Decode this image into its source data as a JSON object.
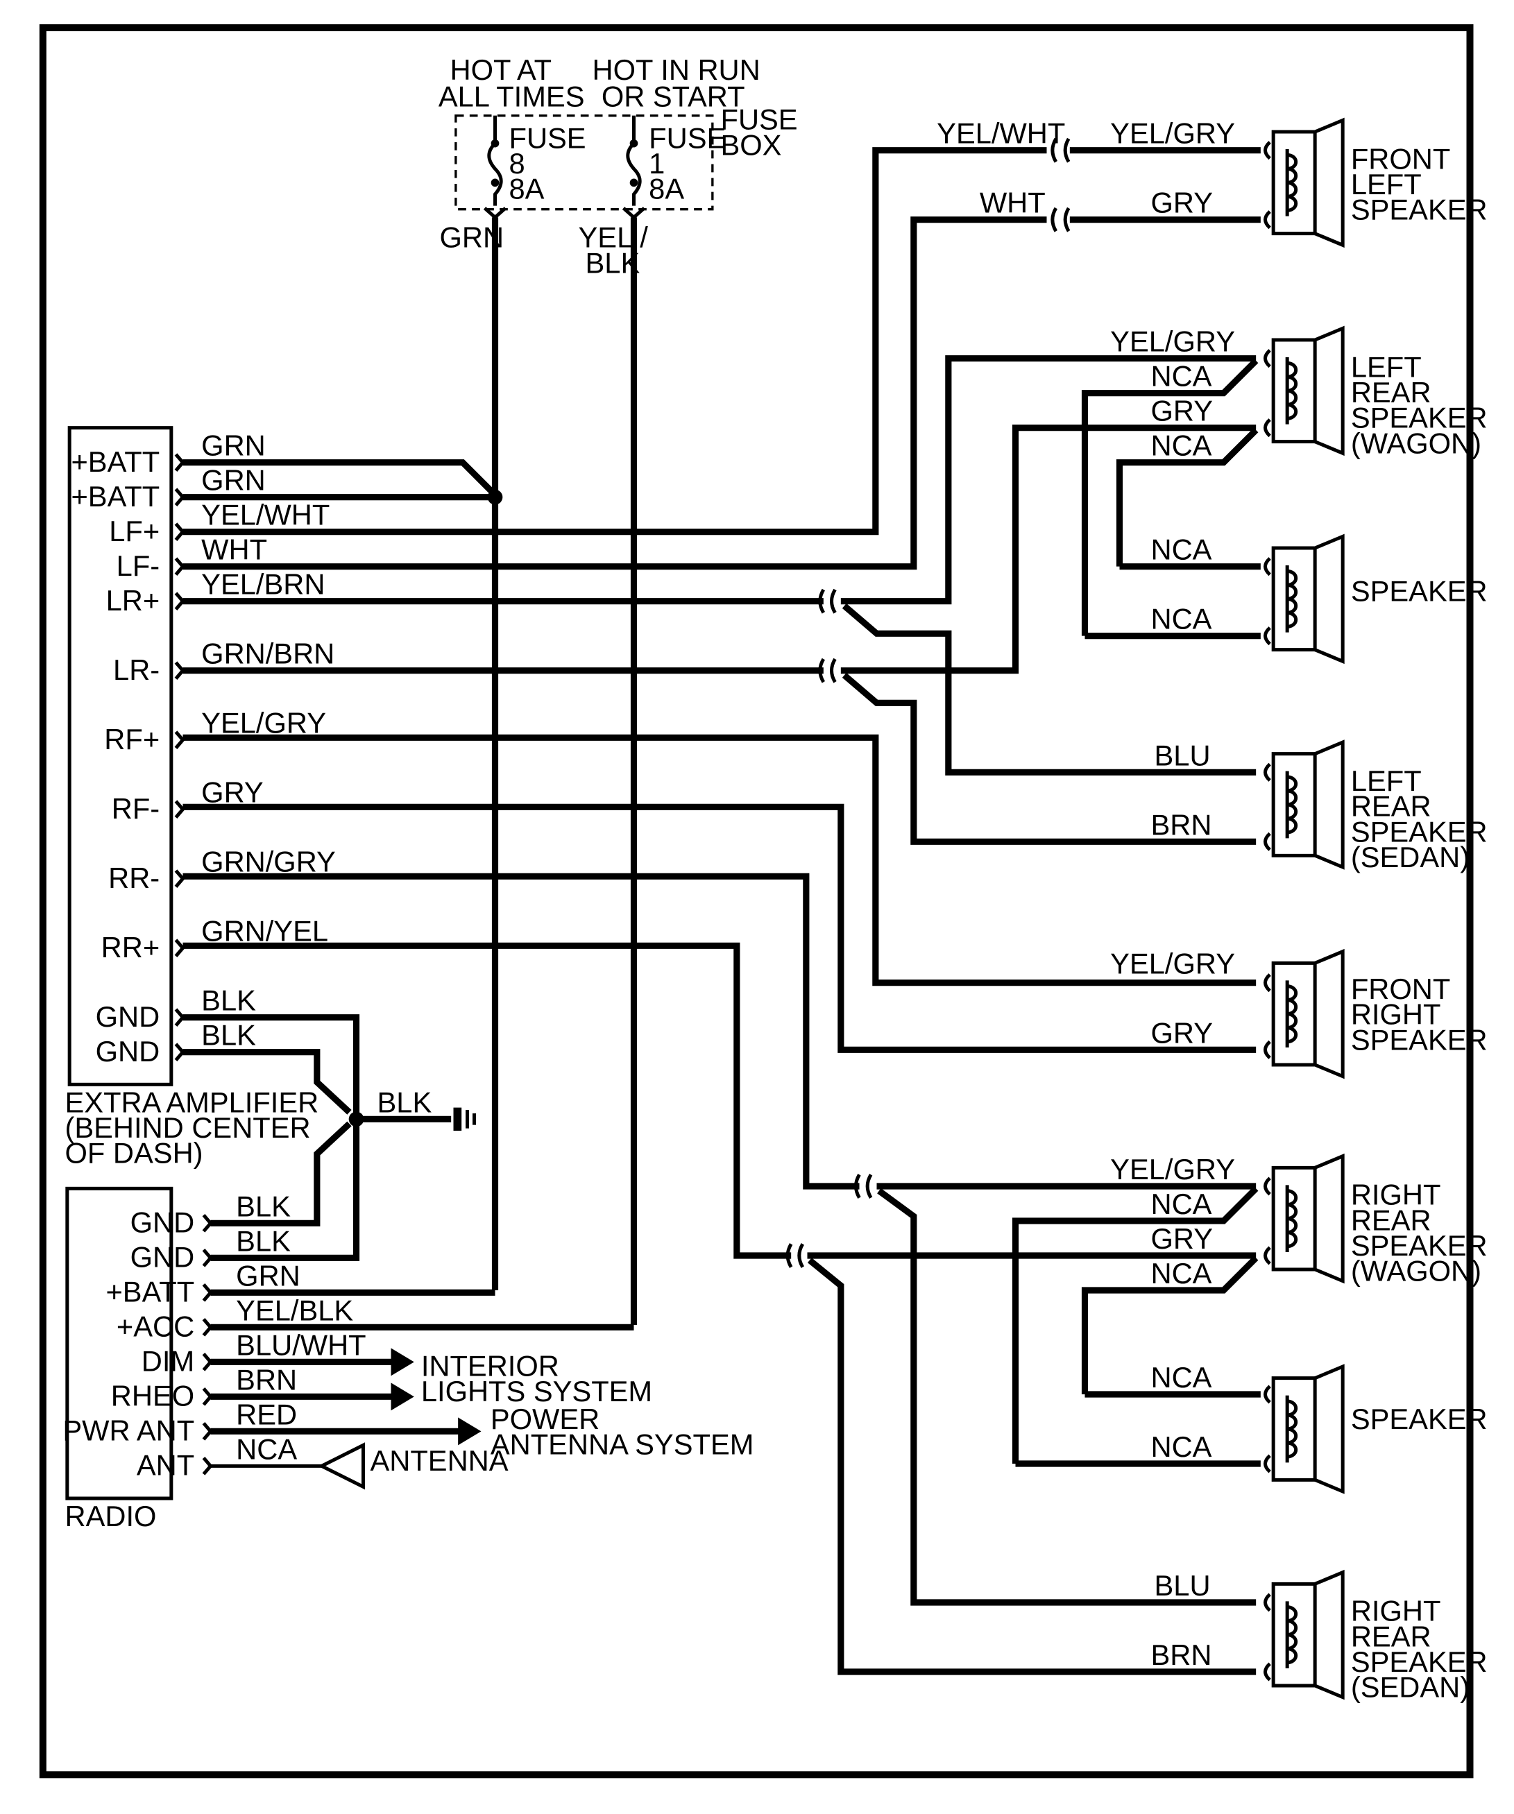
{
  "fuse_box": {
    "label": [
      "FUSE",
      "BOX"
    ],
    "hot_at_all_times": [
      "HOT AT",
      "ALL TIMES"
    ],
    "hot_in_run": [
      "HOT IN RUN",
      "OR START"
    ],
    "fuse8": [
      "FUSE",
      "8",
      "8A"
    ],
    "fuse1": [
      "FUSE",
      "1",
      "8A"
    ],
    "wire_left": "GRN",
    "wire_right": [
      "YEL /",
      "BLK"
    ]
  },
  "amplifier": {
    "label": [
      "EXTRA AMPLIFIER",
      "(BEHIND CENTER",
      "OF DASH)"
    ],
    "pins": [
      {
        "pin": "+BATT",
        "wire": "GRN"
      },
      {
        "pin": "+BATT",
        "wire": "GRN"
      },
      {
        "pin": "LF+",
        "wire": "YEL/WHT"
      },
      {
        "pin": "LF-",
        "wire": "WHT"
      },
      {
        "pin": "LR+",
        "wire": "YEL/BRN"
      },
      {
        "pin": "LR-",
        "wire": "GRN/BRN"
      },
      {
        "pin": "RF+",
        "wire": "YEL/GRY"
      },
      {
        "pin": "RF-",
        "wire": "GRY"
      },
      {
        "pin": "RR-",
        "wire": "GRN/GRY"
      },
      {
        "pin": "RR+",
        "wire": "GRN/YEL"
      },
      {
        "pin": "GND",
        "wire": "BLK"
      },
      {
        "pin": "GND",
        "wire": "BLK"
      }
    ]
  },
  "ground_wire": "BLK",
  "radio": {
    "label": "RADIO",
    "pins": [
      {
        "pin": "GND",
        "wire": "BLK"
      },
      {
        "pin": "GND",
        "wire": "BLK"
      },
      {
        "pin": "+BATT",
        "wire": "GRN"
      },
      {
        "pin": "+ACC",
        "wire": "YEL/BLK"
      },
      {
        "pin": "DIM",
        "wire": "BLU/WHT"
      },
      {
        "pin": "RHEO",
        "wire": "BRN"
      },
      {
        "pin": "PWR ANT",
        "wire": "RED"
      },
      {
        "pin": "ANT",
        "wire": "NCA"
      }
    ],
    "interior_lights": [
      "INTERIOR",
      "LIGHTS SYSTEM"
    ],
    "power_antenna": [
      "POWER",
      "ANTENNA SYSTEM"
    ],
    "antenna": "ANTENNA"
  },
  "speakers": {
    "front_left": {
      "label": [
        "FRONT",
        "LEFT",
        "SPEAKER"
      ],
      "top_wire": "YEL/GRY",
      "bottom_wire": "GRY",
      "harness_top": "YEL/WHT",
      "harness_bottom": "WHT"
    },
    "left_rear_wagon": {
      "label": [
        "LEFT",
        "REAR",
        "SPEAKER",
        "(WAGON)"
      ],
      "wires": [
        "YEL/GRY",
        "NCA",
        "GRY",
        "NCA"
      ]
    },
    "left_speaker": {
      "label": [
        "SPEAKER"
      ],
      "wires": [
        "NCA",
        "NCA"
      ]
    },
    "left_rear_sedan": {
      "label": [
        "LEFT",
        "REAR",
        "SPEAKER",
        "(SEDAN)"
      ],
      "wires": [
        "BLU",
        "BRN"
      ]
    },
    "front_right": {
      "label": [
        "FRONT",
        "RIGHT",
        "SPEAKER"
      ],
      "wires": [
        "YEL/GRY",
        "GRY"
      ]
    },
    "right_rear_wagon": {
      "label": [
        "RIGHT",
        "REAR",
        "SPEAKER",
        "(WAGON)"
      ],
      "wires": [
        "YEL/GRY",
        "NCA",
        "GRY",
        "NCA"
      ]
    },
    "right_speaker": {
      "label": [
        "SPEAKER"
      ],
      "wires": [
        "NCA",
        "NCA"
      ]
    },
    "right_rear_sedan": {
      "label": [
        "RIGHT",
        "REAR",
        "SPEAKER",
        "(SEDAN)"
      ],
      "wires": [
        "BLU",
        "BRN"
      ]
    }
  }
}
